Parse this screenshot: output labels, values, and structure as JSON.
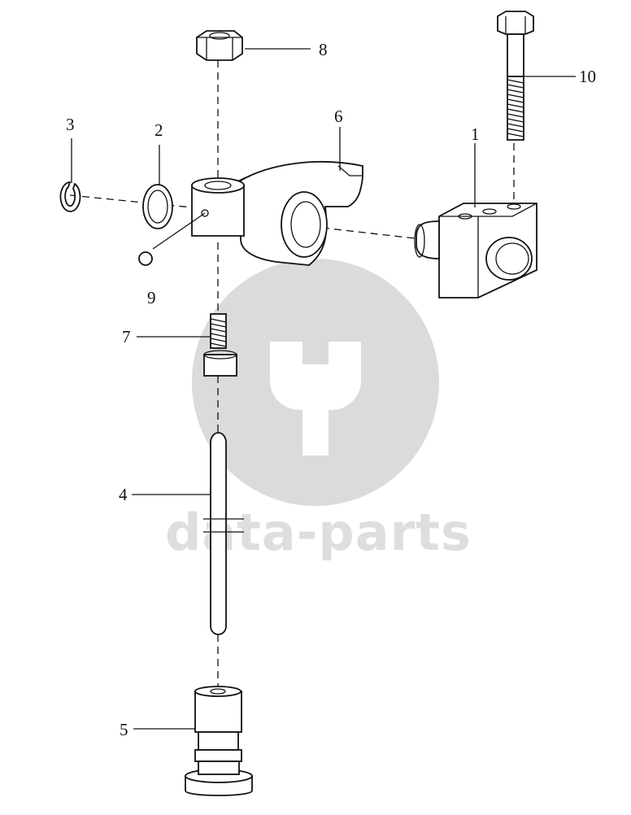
{
  "watermark": {
    "text": "data-parts",
    "logo": "dp-logo-mark"
  },
  "callouts": [
    {
      "id": "1",
      "label": "1"
    },
    {
      "id": "2",
      "label": "2"
    },
    {
      "id": "3",
      "label": "3"
    },
    {
      "id": "4",
      "label": "4"
    },
    {
      "id": "5",
      "label": "5"
    },
    {
      "id": "6",
      "label": "6"
    },
    {
      "id": "7",
      "label": "7"
    },
    {
      "id": "8",
      "label": "8"
    },
    {
      "id": "9",
      "label": "9"
    },
    {
      "id": "10",
      "label": "10"
    }
  ]
}
